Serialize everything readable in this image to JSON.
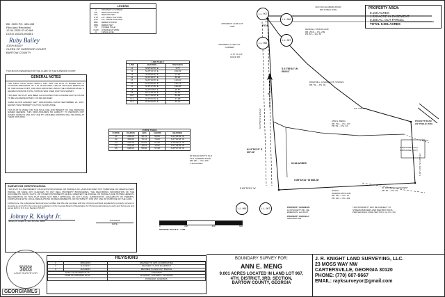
{
  "legend": {
    "title": "LEGEND",
    "rows": [
      {
        "sym": "●",
        "label": "PROPERTY CORNER"
      },
      {
        "sym": "IPF",
        "label": "IRON PIN FOUND"
      },
      {
        "sym": "IPS",
        "label": "IRON PIN SET"
      },
      {
        "sym": "OTP",
        "label": "1/2\" OPEN TOP PIPE"
      },
      {
        "sym": "CTP",
        "label": "1/2\" CRIMP TOP PIPE"
      },
      {
        "sym": "RBF",
        "label": "REBAR FOUND"
      },
      {
        "sym": "RBS",
        "label": "REBAR SET"
      },
      {
        "sym": "PP",
        "label": "POWER POLE"
      },
      {
        "sym": "OHW",
        "label": "OVERHEAD WIRE"
      },
      {
        "sym": "-X-",
        "label": "FENCE LINE"
      }
    ]
  },
  "deed_block": {
    "line1": "BK: 2025 PG: 433-433",
    "line2": "Filed and Recorded",
    "line3": "12-04-2025 07:40 AM",
    "line4": "DOCK #2025-000351",
    "sig": "Ruby Bailey",
    "name": "JOSH BIDDY",
    "role1": "CLERK OF SUPERIOR COURT",
    "role2": "BARTOW COUNTY"
  },
  "clerk_note": "THIS BLOCK RESERVED FOR THE CLERK OF THE SUPERIOR COURT.",
  "general_notes": {
    "title": "GENERAL NOTES",
    "paragraphs": [
      "THE FIELD DATA UPON WHICH THIS MAP OR PLAT IS BASED HAS A CLOSURE PRECISION OF 1' IN 18,100 FEET, AND AN ANGULAR ERROR OF 04\" PER ANGLE POINT, AND WAS ADJUSTED USING THE COMPASS RULE. A GEOMAX ZOOM 90 TOTAL STATION WAS USED FOR THIS SURVEY.",
      "THIS MAP OR PLAT HAS BEEN CALCULATED FOR CLOSURE AND IS FOUND TO BE ACCURATE WITHIN 1' IN 820,000 FEET.",
      "\"FEMA FLOOD HAZARD MAP\" 13015C0090G DATED SEPTEMBER 26, 2007, SHOWS THIS PROPERTY OUT OF FLOOD ZONE.",
      "THIS PLAT IS MADE FOR THE SOLE USE AND BENEFIT OF THE PERSONS NAMED HEREON. THIS FIRM ASSUMES NO LIABILITY TO PERSONS NOT NAMED HEREON AND ANY USE BY UNNAMED PARTIES WILL BE DONE AT THEIR OWN RISK."
    ]
  },
  "surveyor_cert": {
    "title": "SURVEYOR CERTIFICATION:",
    "body": "THIS PLAT IS A REFINEMENT OF AN EXISTING PARCEL OR PARCELS OF LAND AND DOES NOT SUBDIVIDE OR CREATE A NEW PARCEL OR MAKE ANY CHANGES TO ANY REAL PROPERTY BOUNDARIES. THE RECORDING INFORMATION OF THE DOCUMENTS, MAPS, PLATS, OR OTHER INSTRUMENTS WHICH CREATED THE PARCEL OR PARCELS ARE STATED HEREON. RECORDATION OF THIS PLAT DOES NOT IMPLY APPROVAL OF ANY LOCAL JURISDICTION, AVAILABILITY OF PERMITS, COMPLIANCE WITH LOCAL REGULATIONS OR REQUIREMENTS, OR SUITABILITY FOR ANY USE OR PURPOSE OF THE LAND.",
    "body2": "Furthermore, the undersigned land surveyor certifies that this plat complies with the minimum technical standards for property surveys in Georgia as set forth in the rules and regulations of the Georgia Board of Registration for Professional Engineers and Land Surveyors and as set forth in O.C.G.A. Section 15-6-67.",
    "sig": "Johnny R. Knight Jr.",
    "name": "Johnny R. Knight Jr. GA. PLS No. 3003",
    "date": "12/04/2025",
    "date_label": "DATE"
  },
  "property_area": {
    "title": "PROPERTY AREA:",
    "lines": [
      "8.166 ACRES",
      "1.320 ACRE IN EASEMENT",
      "0.485 AC. OUT PARCEL",
      "TOTAL 9.001 ACRES"
    ]
  },
  "revisions": {
    "title": "REVISIONS",
    "rows": [
      {
        "no": "1",
        "date": "08/11/2015",
        "desc": "REVISED TO GPS COORDINATES"
      },
      {
        "no": "2",
        "date": "11/13/2017",
        "desc": "REVISED TO ADD EASEMENT"
      },
      {
        "no": "3",
        "date": "11/14/2017",
        "desc": "REVISED TO ADD OUT PARCEL"
      }
    ],
    "revised_label": "DATE OF REVISED PLAT:",
    "revised_date": "12/04/2025",
    "orig_label": "DATE OF ORIGINAL PLAT:",
    "orig_date": "11/10/2017, 11/13/2017, 11/14/2017",
    "orig_date2": "07/09/2018, 12/04/2025."
  },
  "boundary_title": {
    "line1": "BOUNDARY SURVEY FOR:",
    "line2": "ANN E. MENG",
    "line3": "9.001 ACRES LOCATED IN LAND LOT 967,",
    "line4": "4TH. DISTRICT, 3RD. SECTION,",
    "line5": "BARTOW COUNTY, GEORGIA"
  },
  "surveyor_firm": {
    "line1": "J. R. KNIGHT LAND SURVEYING, LLC.",
    "line2": "23 MOSS WAY NW",
    "line3": "CARTERSVILLE, GEORGIA 30120",
    "line4": "PHONE: (770) 607-9667",
    "line5": "EMAIL: rayksurveyor@gmail.com"
  },
  "scale": {
    "label": "GRAPHIC SCALE  1\" = 200'",
    "ticks": [
      "0",
      "200",
      "400",
      "600"
    ]
  },
  "line_table": {
    "title": "LINE TABLE",
    "headers": [
      "LINE",
      "BEARING",
      "DISTANCE"
    ],
    "rows": [
      [
        "L1",
        "N 88°42'50\" E",
        "3.79'"
      ],
      [
        "L2",
        "N 28°14'13\" E",
        "244.09'"
      ],
      [
        "L3",
        "S 46°00'42\" E",
        "71.24'"
      ],
      [
        "L4",
        "N 32°33'37\" E",
        "65.24'"
      ],
      [
        "L5",
        "N 20°19'46\" E",
        "110.04'"
      ],
      [
        "L6",
        "N 31°06'26\" E",
        "140.43'"
      ],
      [
        "L7",
        "N 46°17'25\" E",
        "130.08'"
      ],
      [
        "L8",
        "N 36°24'52\" E",
        "98.87'"
      ],
      [
        "L9",
        "N 14°43'10\" E",
        "40.15'"
      ],
      [
        "L10",
        "N 27°44'40\" E",
        "84.48'"
      ],
      [
        "L11",
        "N 36°26'46\" E",
        "44.98'"
      ],
      [
        "L12",
        "N 32°00'00\" E",
        "40.01'"
      ]
    ]
  },
  "curve_table": {
    "title": "CURVE TABLE",
    "headers": [
      "CURVE",
      "RADIUS",
      "ARC",
      "CHORD",
      "BEARING"
    ],
    "rows": [
      [
        "C1",
        "295.00'",
        "58.79'",
        "58.69'",
        "S 22°05'09\" W"
      ],
      [
        "C2",
        "384.80'",
        "79.14'",
        "79.00'",
        "S 27°10'18\" W"
      ],
      [
        "C3",
        "242.25'",
        "57.83'",
        "57.68'",
        "S 29°00'12\" W"
      ],
      [
        "C4",
        "287.98'",
        "13.61'",
        "13.61'",
        "S 27°42'45\" W"
      ],
      [
        "C5",
        "648.02'",
        "58.00'",
        "57.98'",
        "S 25°17'23\" W"
      ]
    ]
  },
  "map_labels": {
    "ll907_a": "L.L.\n907",
    "ll906": "L.L.\n906",
    "ll966_top": "L.L.\n966",
    "ll967_top": "L.L.\n967",
    "ll966_bot": "L.L.\n966",
    "ll967_bot": "L.L.\n967",
    "apparent_line": "APPARENT LAND LOT\nLINE",
    "apparent_corner": "APPARENT LAND LOT\nCORNER",
    "pob": "P.O.B.",
    "solid_ipf": "-4.73' TO A 5\"\nSOLID IPF",
    "old_alabama_top": "OLD OLD ALABAMA ROAD\n(50' PUBLIC R/W)",
    "randall": "RANDALL STRICKLAND\nDB. 2516 — PG. 209\nPB. 58 — PG. 55",
    "bearing1": "S 01°59'34\" W\n684.61'",
    "dwayne": "DWAYNE L. & SHIRLEY B. STOKES\nDB. 59 — PG. 92",
    "otp_alu": "1/2\" OTP ALU.",
    "ann_meng": "ANN E. MENG\nDB. 704 — PG. 137\nPB. 59 — PG. 92",
    "acres": "8.166 ACRES",
    "bearing_left": "N 01°52'22\" E\n307.02'",
    "sixty_road": "60' ROAD R/W TO OLD\nOLD ALABAMA ROAD\nDB. 391 — PG. 209\n1.320 ACRES",
    "bearing_bottom": "S 89°18'41\" W  885.28'",
    "bearing_bot_left": "S 89°22'51\" W",
    "dandy": "DANDY\nSANDRA MITCHUM\nDB. 331 — PG. 70\nPB. 104 — PG. 104",
    "driveway_esmt": "20' DRIVEWAY EASEMENT\nPB. 45 — PG. 66",
    "puckett": "PUCKETT ROAD\n(40' PUBLIC R/W)",
    "ditch": "DITCH",
    "out_parcel": "0.485 ACRE (OUT)\n0.485 ACRE (OUT)",
    "bearing_right_vert": "S 01°14'51\" W   1,078.12'",
    "bearing_left_vert": "N 01°59'34\" E   946.02'",
    "wind_farm_vert": "WINDLAW ROAD",
    "n_arrow": "N",
    "b_rw": "B R/W"
  },
  "property_address": {
    "line1": "PROPERTY ADDRESS:",
    "line2": "124 PUCKETT RD., NE",
    "line3": "EMERSON, GA 30137",
    "line4": "PROPERTY PARCEL#:",
    "line5": "0084-0087-005"
  },
  "restrictions": {
    "line1": "THIS PROPERTY MAY BE SUBJECT TO",
    "line2": "STREAM BUFFERS AND RESTRICTIONS",
    "line3": "PER GEORGIA CODE SECTION. 12-7-6. (15)."
  },
  "watermark": "GEORGIAMLS"
}
